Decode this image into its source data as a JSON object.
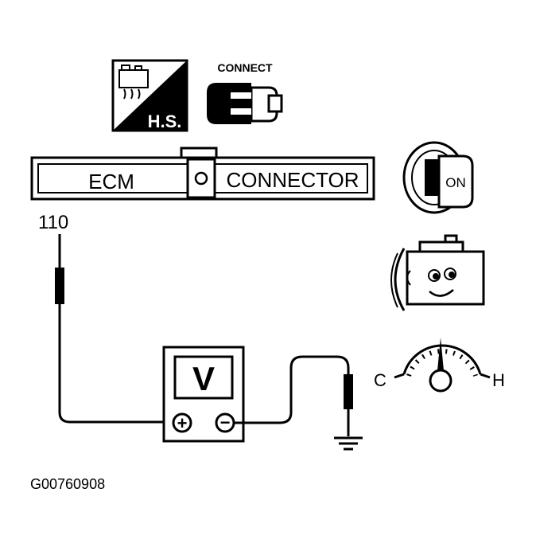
{
  "badges": {
    "hs_label": "H.S.",
    "connect_label": "CONNECT"
  },
  "ecm_connector": {
    "left_label": "ECM",
    "right_label": "CONNECTOR",
    "pin_number": "110"
  },
  "ignition": {
    "key_label": "ON"
  },
  "voltmeter": {
    "display_label": "V",
    "plus_symbol": "+",
    "minus_symbol": "−"
  },
  "temperature_gauge": {
    "cold_label": "C",
    "hot_label": "H"
  },
  "figure_id": "G00760908",
  "colors": {
    "ink": "#000000",
    "paper": "#ffffff"
  }
}
